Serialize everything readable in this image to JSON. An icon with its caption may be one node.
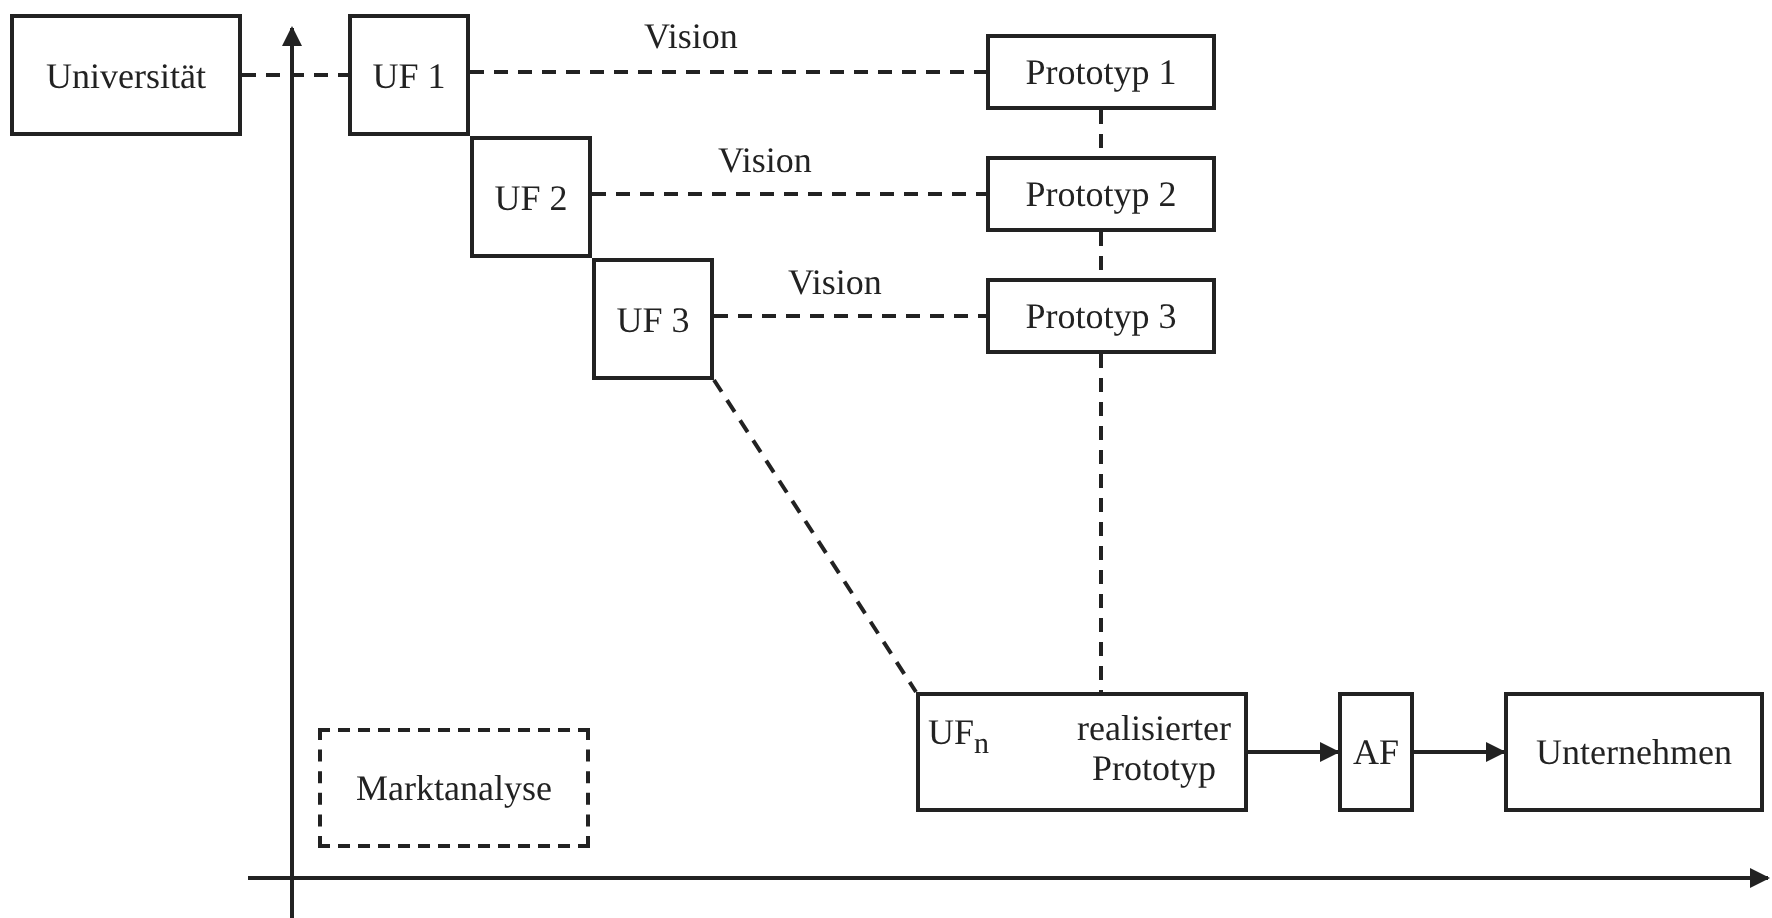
{
  "diagram": {
    "nodes": [
      {
        "text": [
          "Universität"
        ]
      },
      {
        "text": [
          "UF 1"
        ]
      },
      {
        "text": [
          "UF 2"
        ]
      },
      {
        "text": [
          "UF 3"
        ]
      },
      {
        "text": [
          "Prototyp 1"
        ]
      },
      {
        "text": [
          "Prototyp 2"
        ]
      },
      {
        "text": [
          "Prototyp 3"
        ]
      },
      {
        "text": [
          "UF$_{n}$",
          "realisierter Prototyp"
        ]
      },
      {
        "text": [
          "AF"
        ]
      },
      {
        "text": [
          "Unternehmen"
        ]
      },
      {
        "text": [
          "Marktanalyse"
        ]
      }
    ],
    "edges": [
      {
        "from": 0,
        "to": 1,
        "arrow": "none",
        "style": "dashed"
      },
      {
        "from": 1,
        "to": 4,
        "arrow": "none",
        "style": "dashed",
        "label": "Vision"
      },
      {
        "from": 2,
        "to": 5,
        "arrow": "none",
        "style": "dashed",
        "label": "Vision"
      },
      {
        "from": 3,
        "to": 6,
        "arrow": "none",
        "style": "dashed",
        "label": "Vision"
      },
      {
        "from": 4,
        "to": 5,
        "arrow": "none",
        "style": "dashed"
      },
      {
        "from": 5,
        "to": 6,
        "arrow": "none",
        "style": "dashed"
      },
      {
        "from": 6,
        "to": 7,
        "arrow": "none",
        "style": "dashed"
      },
      {
        "from": 3,
        "to": 7,
        "arrow": "none",
        "style": "dashed"
      },
      {
        "from": 7,
        "to": 8,
        "arrow": "to"
      },
      {
        "from": 8,
        "to": 9,
        "arrow": "to"
      }
    ]
  }
}
